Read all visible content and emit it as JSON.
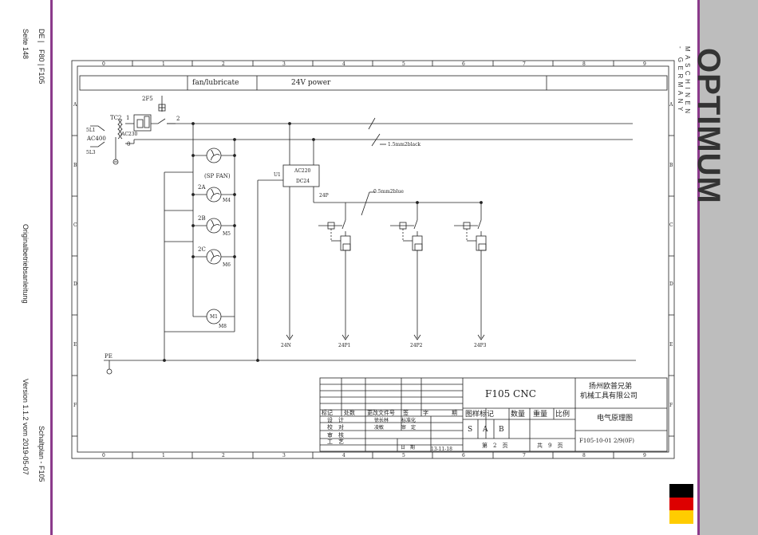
{
  "left_margin": {
    "lang": "DE |",
    "model": "F80 | F105",
    "page": "Seite 148",
    "manual": "Originalbetriebsanleitung",
    "version": "Version 1.1.2  vom 2019-05-07",
    "plan": "Schaltplan - F105"
  },
  "brand": {
    "logo": "OPTIMUM",
    "tagline": "MASCHINEN - GERMANY",
    "flag_colors": [
      "#000000",
      "#dd0000",
      "#ffcc00"
    ]
  },
  "frame": {
    "columns": [
      "0",
      "1",
      "2",
      "3",
      "4",
      "5",
      "6",
      "7",
      "8",
      "9"
    ],
    "rows": [
      "A",
      "B",
      "C",
      "D",
      "E",
      "F"
    ]
  },
  "header_strip": {
    "fan": "fan/lubricate",
    "power": "24V power"
  },
  "circuit": {
    "qf": "2F5",
    "tc": "TC2",
    "tc_in": "AC400",
    "tc_out": "AC230",
    "node1": "1",
    "node2": "2",
    "node0": "0",
    "l1": "5L1",
    "l3": "5L3",
    "cable1": "1.5mm2black",
    "cable2": "0.5mm2blue",
    "u1": "U1",
    "psu_in": "AC220",
    "psu_out": "DC24",
    "p24": "24P",
    "sp_fan": "(SP FAN)",
    "fan2a": "2A",
    "fan2b": "2B",
    "fan2c": "2C",
    "m4": "M4",
    "m5": "M5",
    "m6": "M6",
    "m1": "M1",
    "m8": "M8",
    "pe": "PE",
    "out_24n": "24N",
    "out_24p1": "24P1",
    "out_24p2": "24P2",
    "out_24p3": "24P3"
  },
  "title_block": {
    "drawing_title": "F105 CNC",
    "company1": "扬州欧普兄弟",
    "company2": "机械工具有限公司",
    "heading_row": [
      "图样标记",
      "数量",
      "重量",
      "比例"
    ],
    "marks": [
      "S",
      "A",
      "B"
    ],
    "revision_headers": [
      "标记",
      "处数",
      "更改文件号",
      "签",
      "字",
      "期"
    ],
    "roles": [
      "设　计",
      "校　对",
      "审　核",
      "工　艺"
    ],
    "names": [
      "徐长林",
      "凌敏"
    ],
    "approvals": [
      "标准化",
      "审　定"
    ],
    "date_label": "日　期",
    "date": "13-11-18",
    "sheet": "第　2　页",
    "total": "共　9　页",
    "doc_title": "电气原理图",
    "doc_no": "F105-10-01 2/9(0F)"
  }
}
